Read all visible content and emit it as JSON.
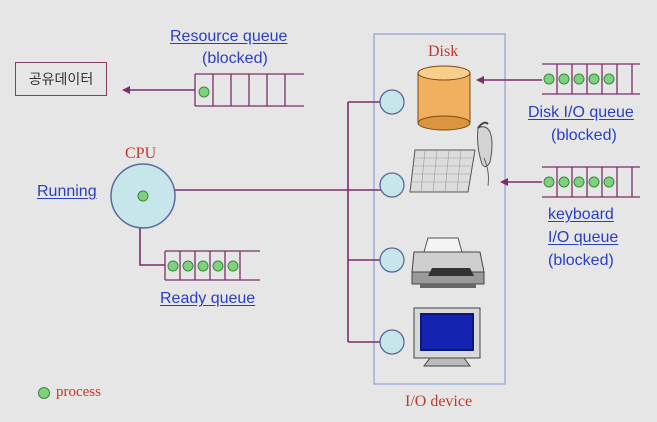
{
  "shared_data_box": "공유데이터",
  "resource_queue": {
    "line1": "Resource queue",
    "line2": "(blocked)"
  },
  "cpu": {
    "label": "CPU",
    "state": "Running"
  },
  "ready_queue": "Ready queue",
  "disk_label": "Disk",
  "disk_io_queue": {
    "line1": "Disk I/O queue",
    "line2": "(blocked)"
  },
  "keyboard_io_queue": {
    "line1": "keyboard",
    "line2": "I/O queue",
    "line3": "(blocked)"
  },
  "io_device_label": "I/O device",
  "legend": {
    "label": "process"
  },
  "colors": {
    "line": "#7b2d6b",
    "process_dot": "#7fd07f",
    "device_circle": "#c7e6ec",
    "disk_body": "#f0b060",
    "label_red": "#c0392b",
    "label_blue": "#2a3fbf"
  }
}
